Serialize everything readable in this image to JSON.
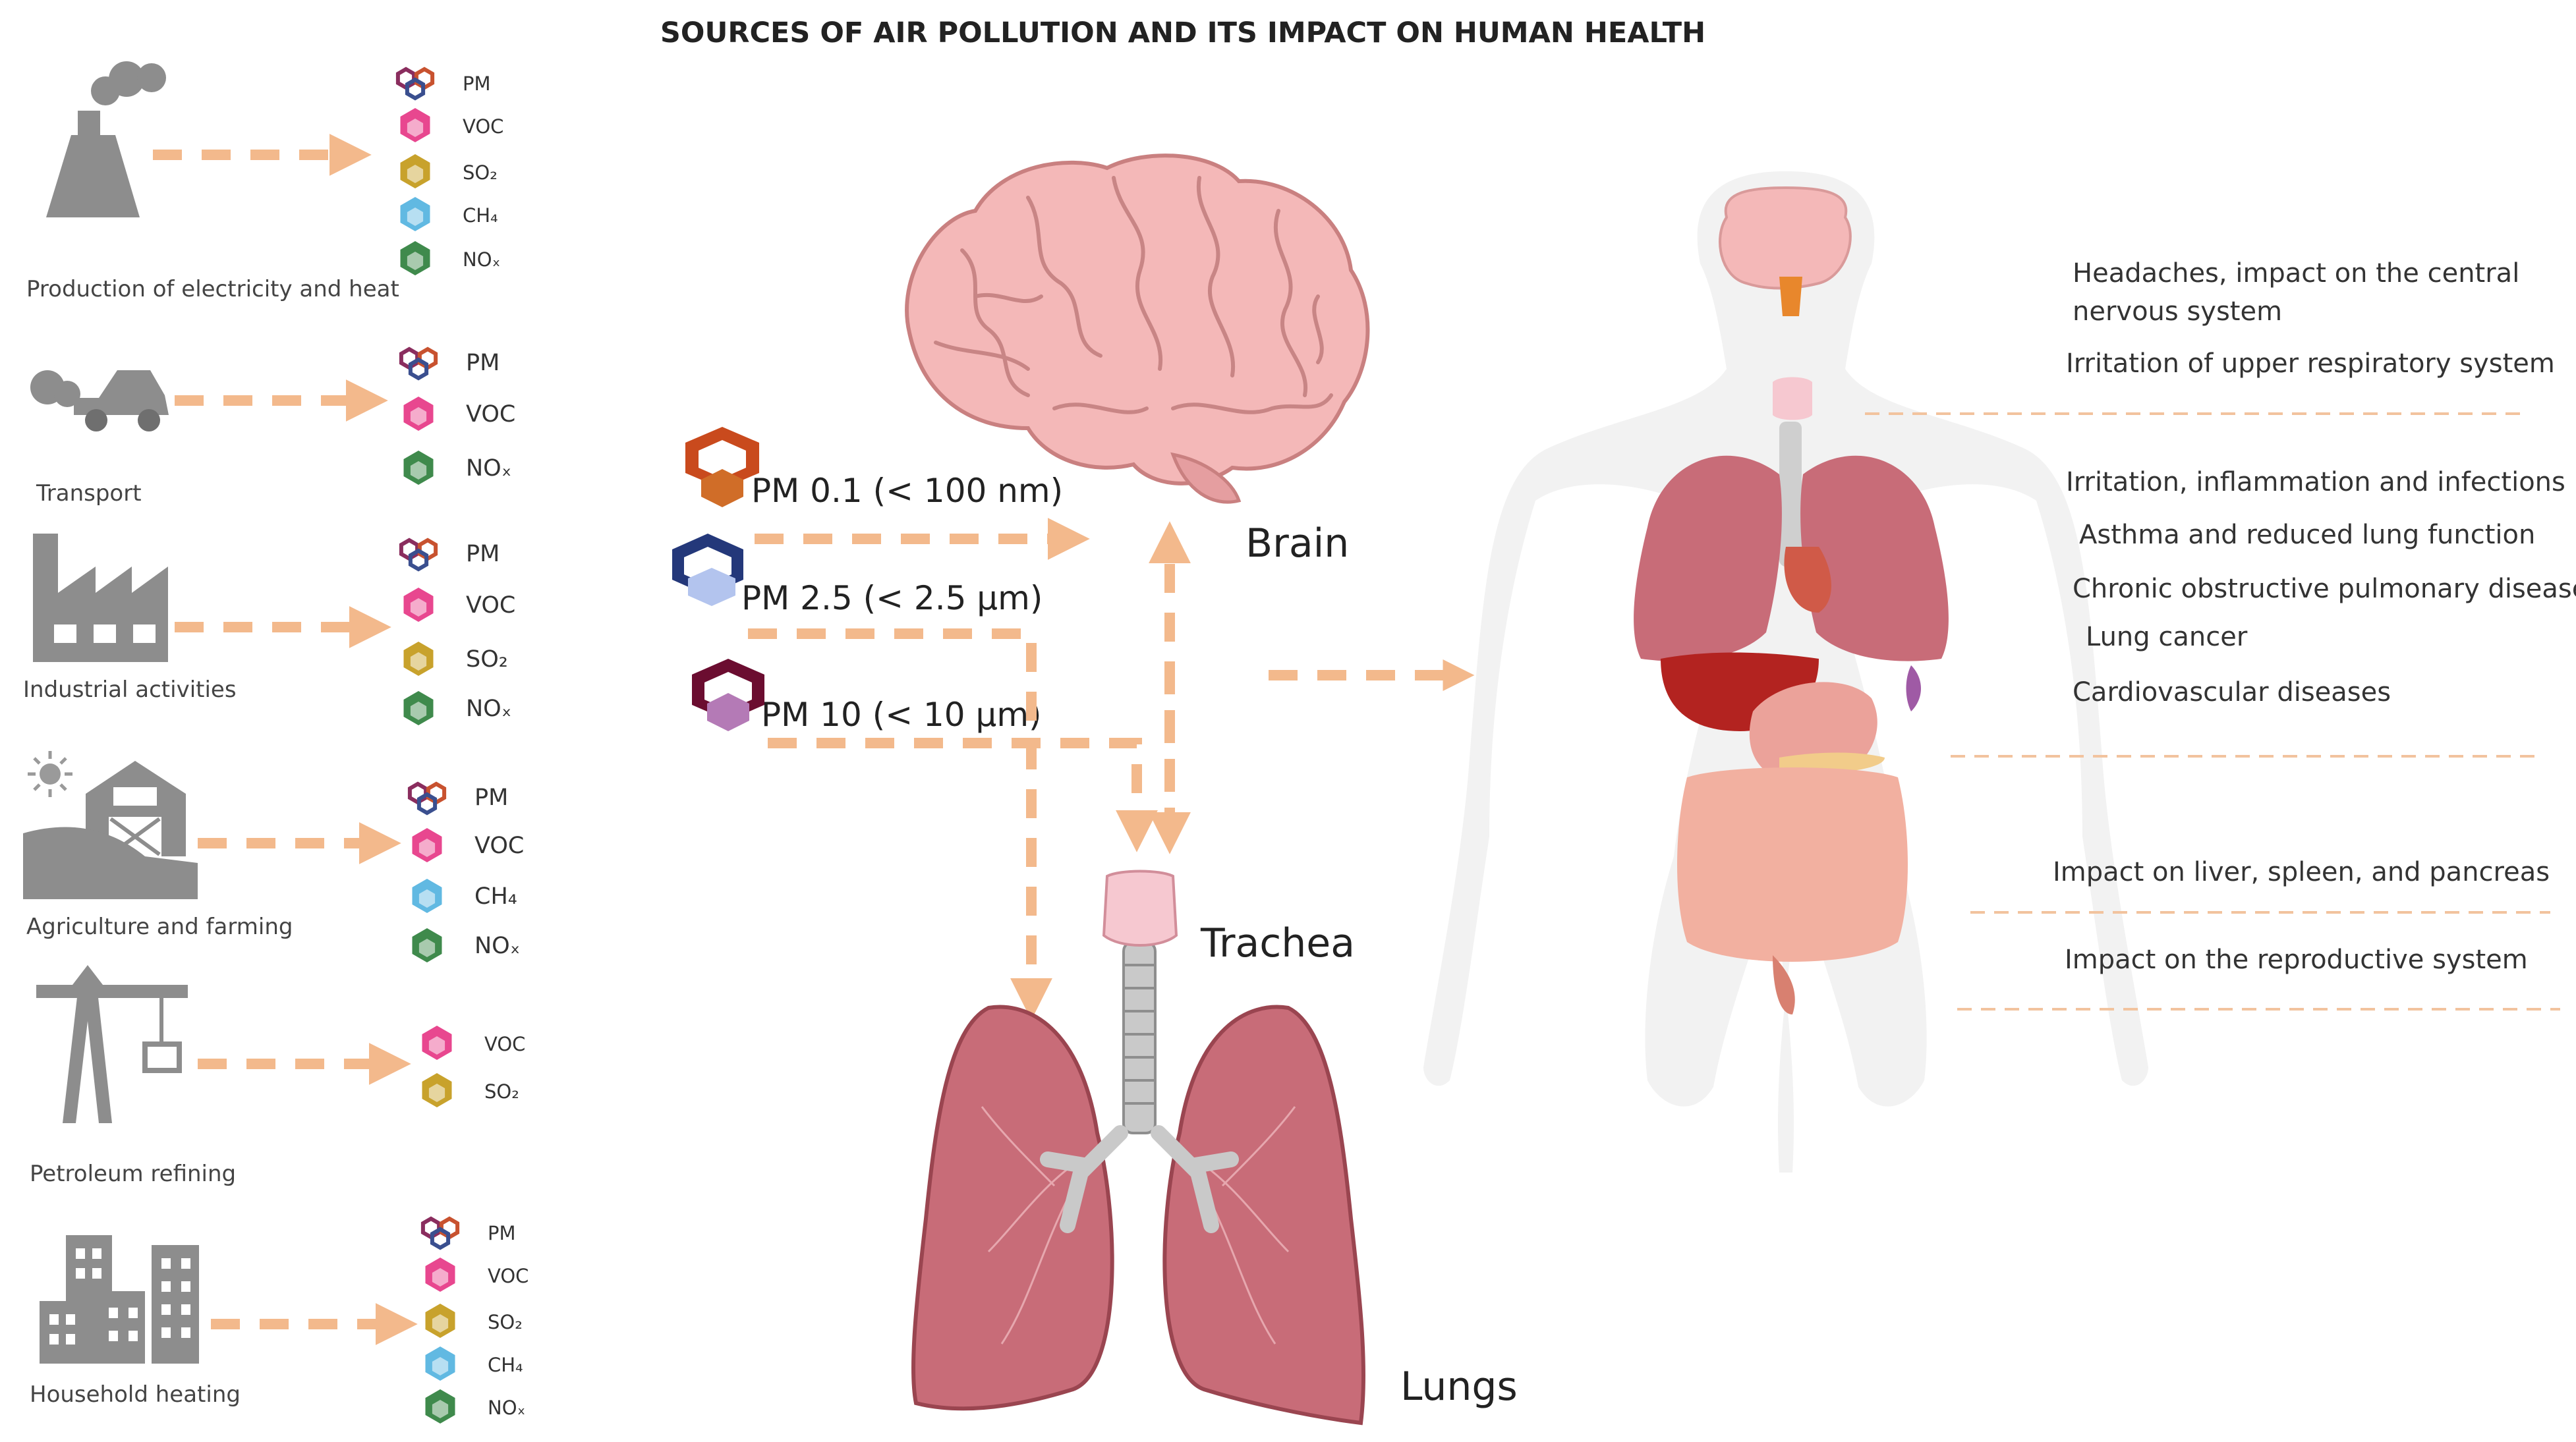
{
  "title": "SOURCES OF AIR POLLUTION AND ITS IMPACT ON HUMAN HEALTH",
  "colors": {
    "arrow": "#f3b98c",
    "pm": "#a34a6a",
    "voc": "#e8478f",
    "so2": "#c8a22c",
    "ch4": "#61b9e2",
    "nox": "#3f8a4c",
    "lung": "#c86c78",
    "brain": "#f3b6b6",
    "trachea_cartilage": "#c9c9c9"
  },
  "sources": [
    {
      "label": "Production of electricity and heat",
      "icon": "power-plant-icon",
      "pollutants": [
        "PM",
        "VOC",
        "SO₂",
        "CH₄",
        "NOₓ"
      ]
    },
    {
      "label": "Transport",
      "icon": "car-icon",
      "pollutants": [
        "PM",
        "VOC",
        "NOₓ"
      ]
    },
    {
      "label": "Industrial activities",
      "icon": "factory-icon",
      "pollutants": [
        "PM",
        "VOC",
        "SO₂",
        "NOₓ"
      ]
    },
    {
      "label": "Agriculture and farming",
      "icon": "barn-icon",
      "pollutants": [
        "PM",
        "VOC",
        "CH₄",
        "NOₓ"
      ]
    },
    {
      "label": "Petroleum refining",
      "icon": "crane-icon",
      "pollutants": [
        "VOC",
        "SO₂"
      ]
    },
    {
      "label": "Household heating",
      "icon": "buildings-icon",
      "pollutants": [
        "PM",
        "VOC",
        "SO₂",
        "CH₄",
        "NOₓ"
      ]
    }
  ],
  "particles": [
    {
      "label": "PM 0.1 (< 100 nm)",
      "icon": "pm01-icon"
    },
    {
      "label": "PM 2.5 (< 2.5 µm)",
      "icon": "pm25-icon"
    },
    {
      "label": "PM 10 (< 10 µm)",
      "icon": "pm10-icon"
    }
  ],
  "organs": {
    "brain": "Brain",
    "trachea": "Trachea",
    "lungs": "Lungs"
  },
  "effects": [
    "Headaches, impact on the central",
    "nervous system",
    "Irritation of upper respiratory system",
    "Irritation, inflammation and infections",
    "Asthma and reduced lung function",
    "Chronic obstructive pulmonary disease",
    "Lung cancer",
    "Cardiovascular diseases",
    "Impact on liver, spleen, and pancreas",
    "Impact on the reproductive system"
  ]
}
